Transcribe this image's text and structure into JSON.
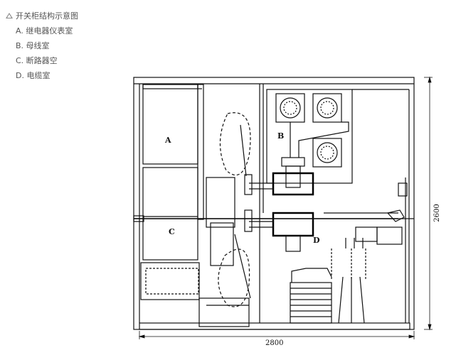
{
  "legend": {
    "title": "开关柜结构示意图",
    "items": [
      {
        "label": "A. 继电器仪表室"
      },
      {
        "label": "B. 母线室"
      },
      {
        "label": "C. 断路器空"
      },
      {
        "label": "D. 电缆室"
      }
    ]
  },
  "diagram": {
    "compartments": [
      {
        "letter": "A"
      },
      {
        "letter": "B"
      },
      {
        "letter": "C"
      },
      {
        "letter": "D"
      }
    ],
    "dimensions": {
      "width": "2800",
      "height": "2600"
    }
  }
}
